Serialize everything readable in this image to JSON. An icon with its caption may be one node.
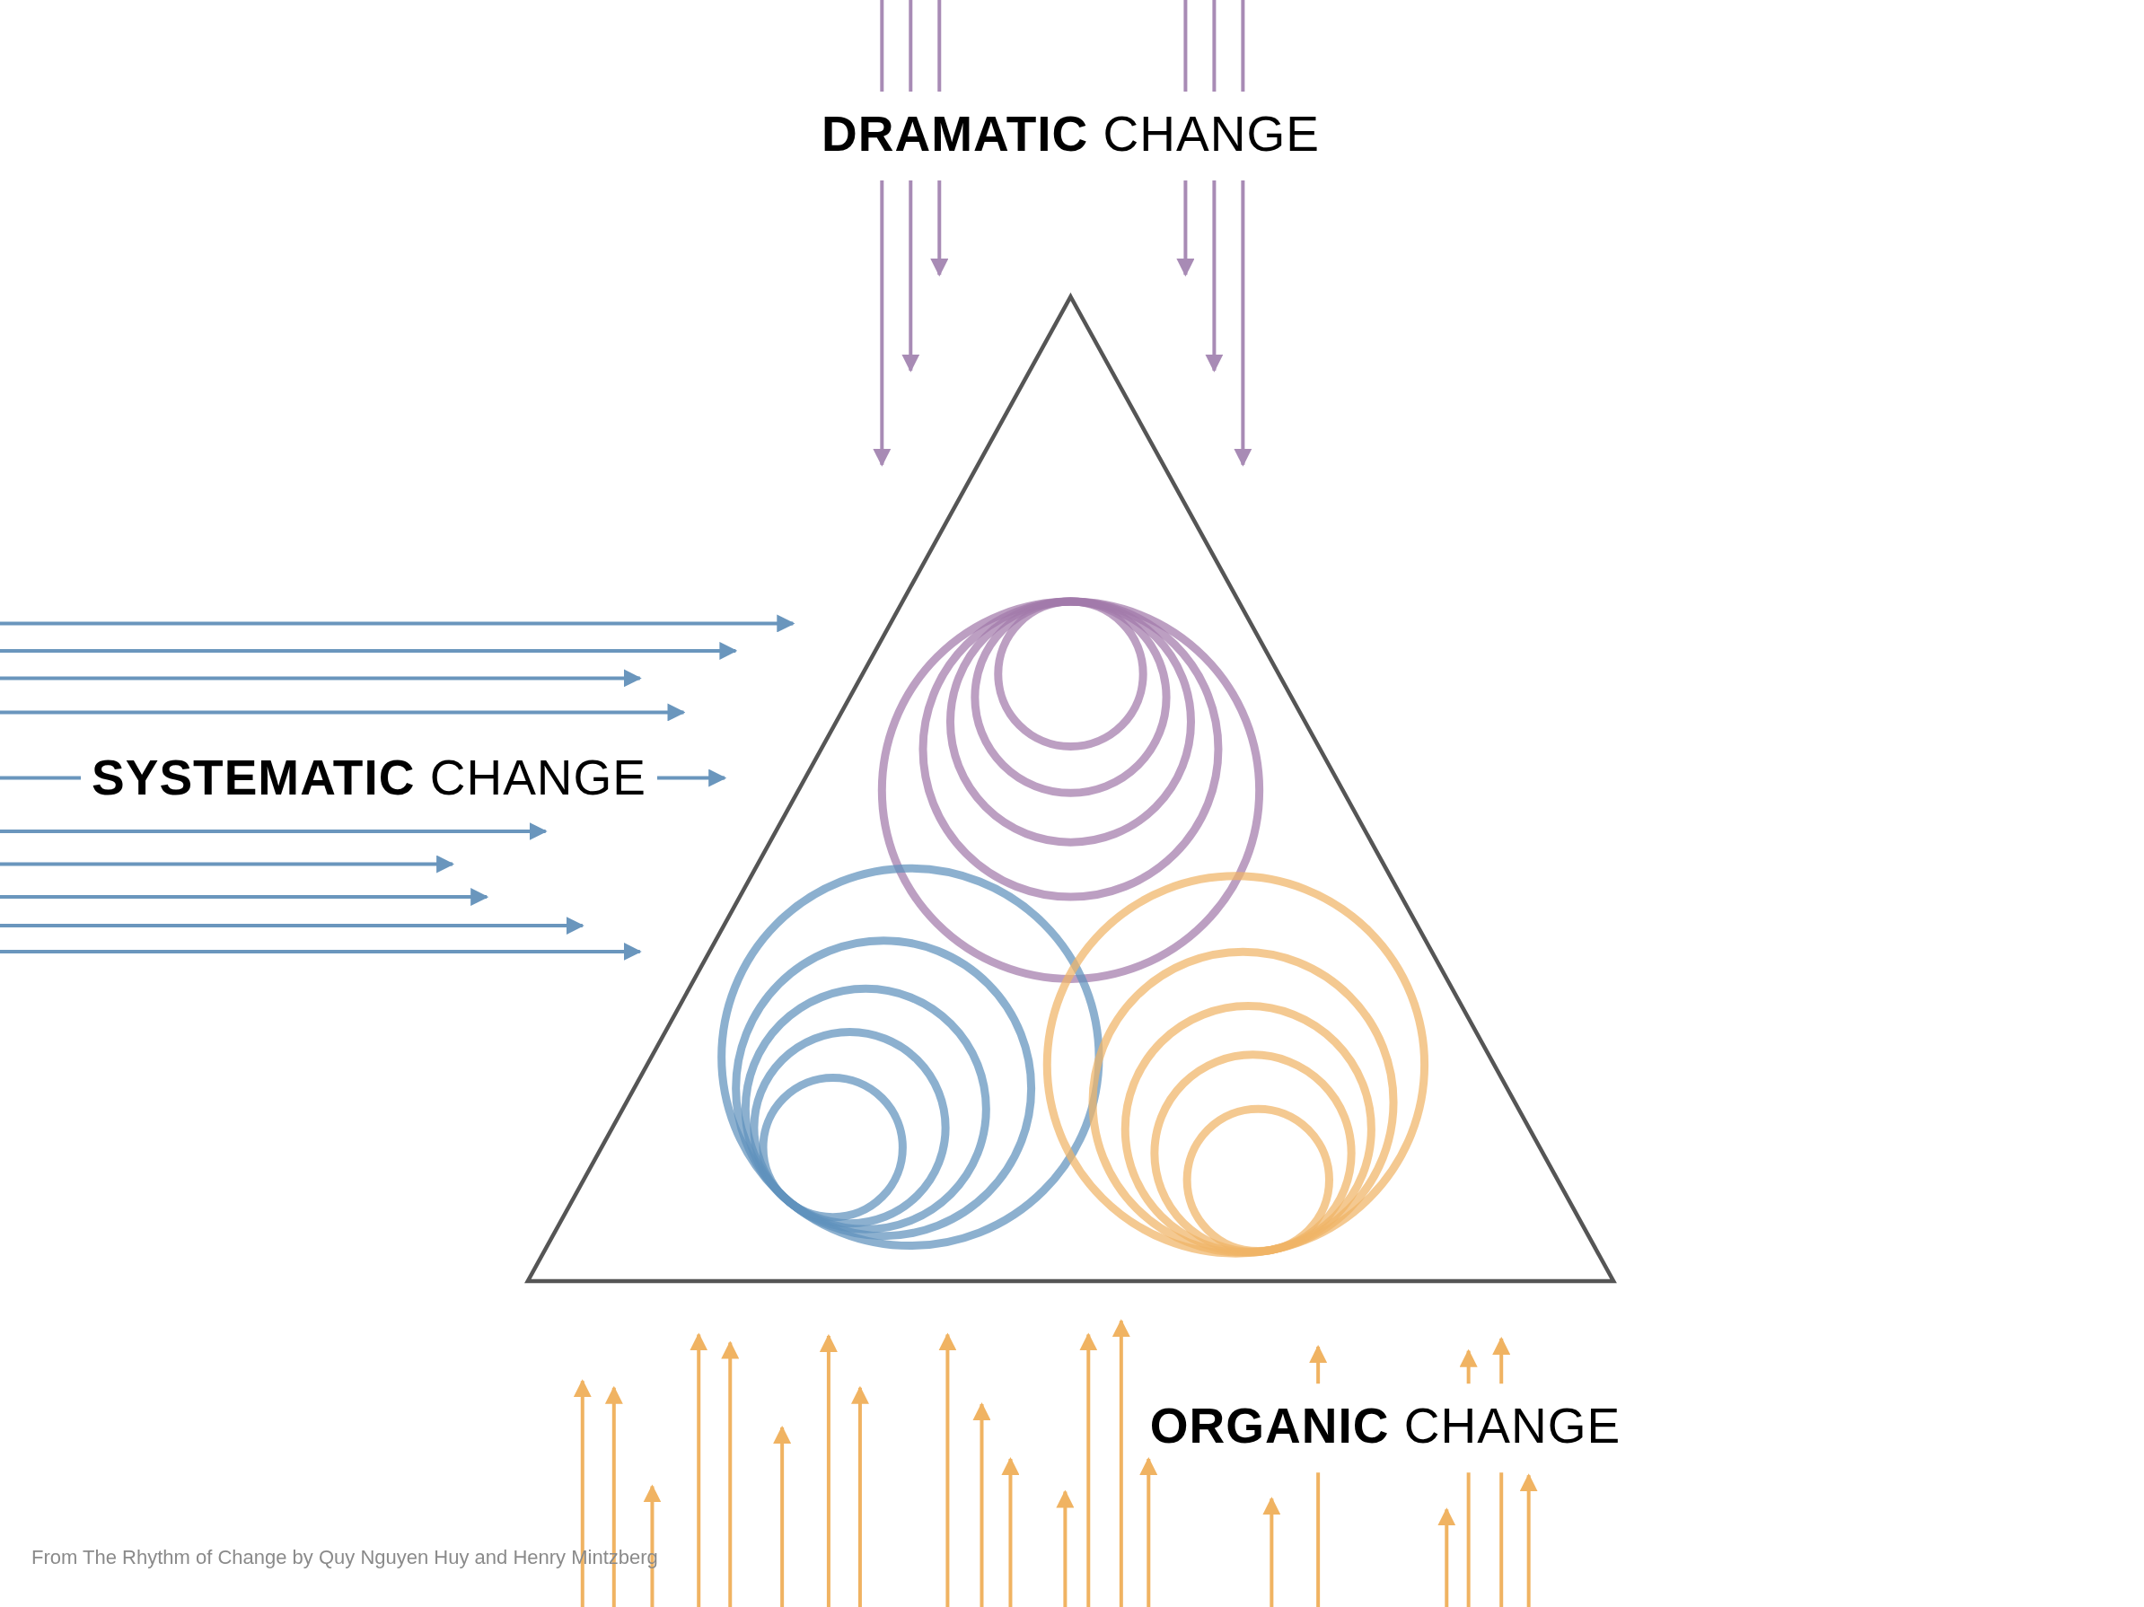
{
  "diagram": {
    "caption": "From The Rhythm of Change by Quy Nguyen Huy and Henry Mintzberg",
    "labels": [
      "**DRAMATIC** CHANGE",
      "**SYSTEMATIC** CHANGE",
      "**ORGANIC** CHANGE"
    ]
  }
}
